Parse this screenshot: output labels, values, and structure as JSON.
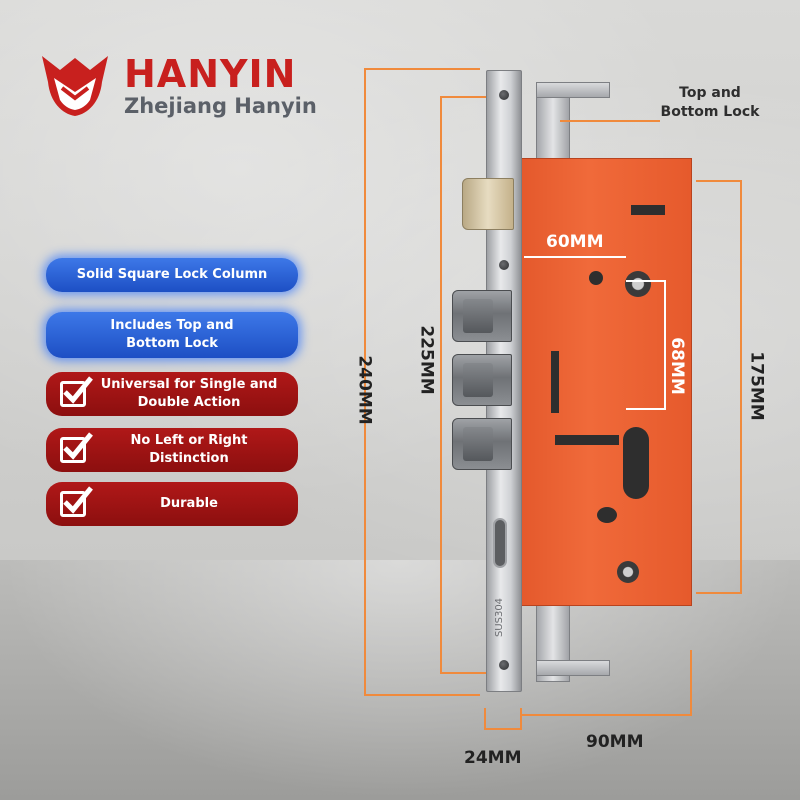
{
  "brand": {
    "name": "HANYIN",
    "subtitle": "Zhejiang Hanyin",
    "color": "#c8201e"
  },
  "features": [
    {
      "label": "Solid Square Lock Column",
      "style": "blue",
      "checked": false
    },
    {
      "label": "Includes Top and Bottom Lock",
      "style": "blue",
      "checked": false
    },
    {
      "label": "Universal for Single and Double Action",
      "style": "red",
      "checked": true
    },
    {
      "label": "No Left or Right Distinction",
      "style": "red",
      "checked": true
    },
    {
      "label": "Durable",
      "style": "red",
      "checked": true
    }
  ],
  "product": {
    "callout": "Top and Bottom Lock",
    "plate_marking": "SUS304",
    "case_color": "#ee6434"
  },
  "dimensions": {
    "total_height": "240MM",
    "inner_height": "225MM",
    "case_height": "175MM",
    "backset": "60MM",
    "center_distance": "68MM",
    "faceplate_width": "24MM",
    "case_width": "90MM",
    "line_color": "#f08a3c"
  }
}
